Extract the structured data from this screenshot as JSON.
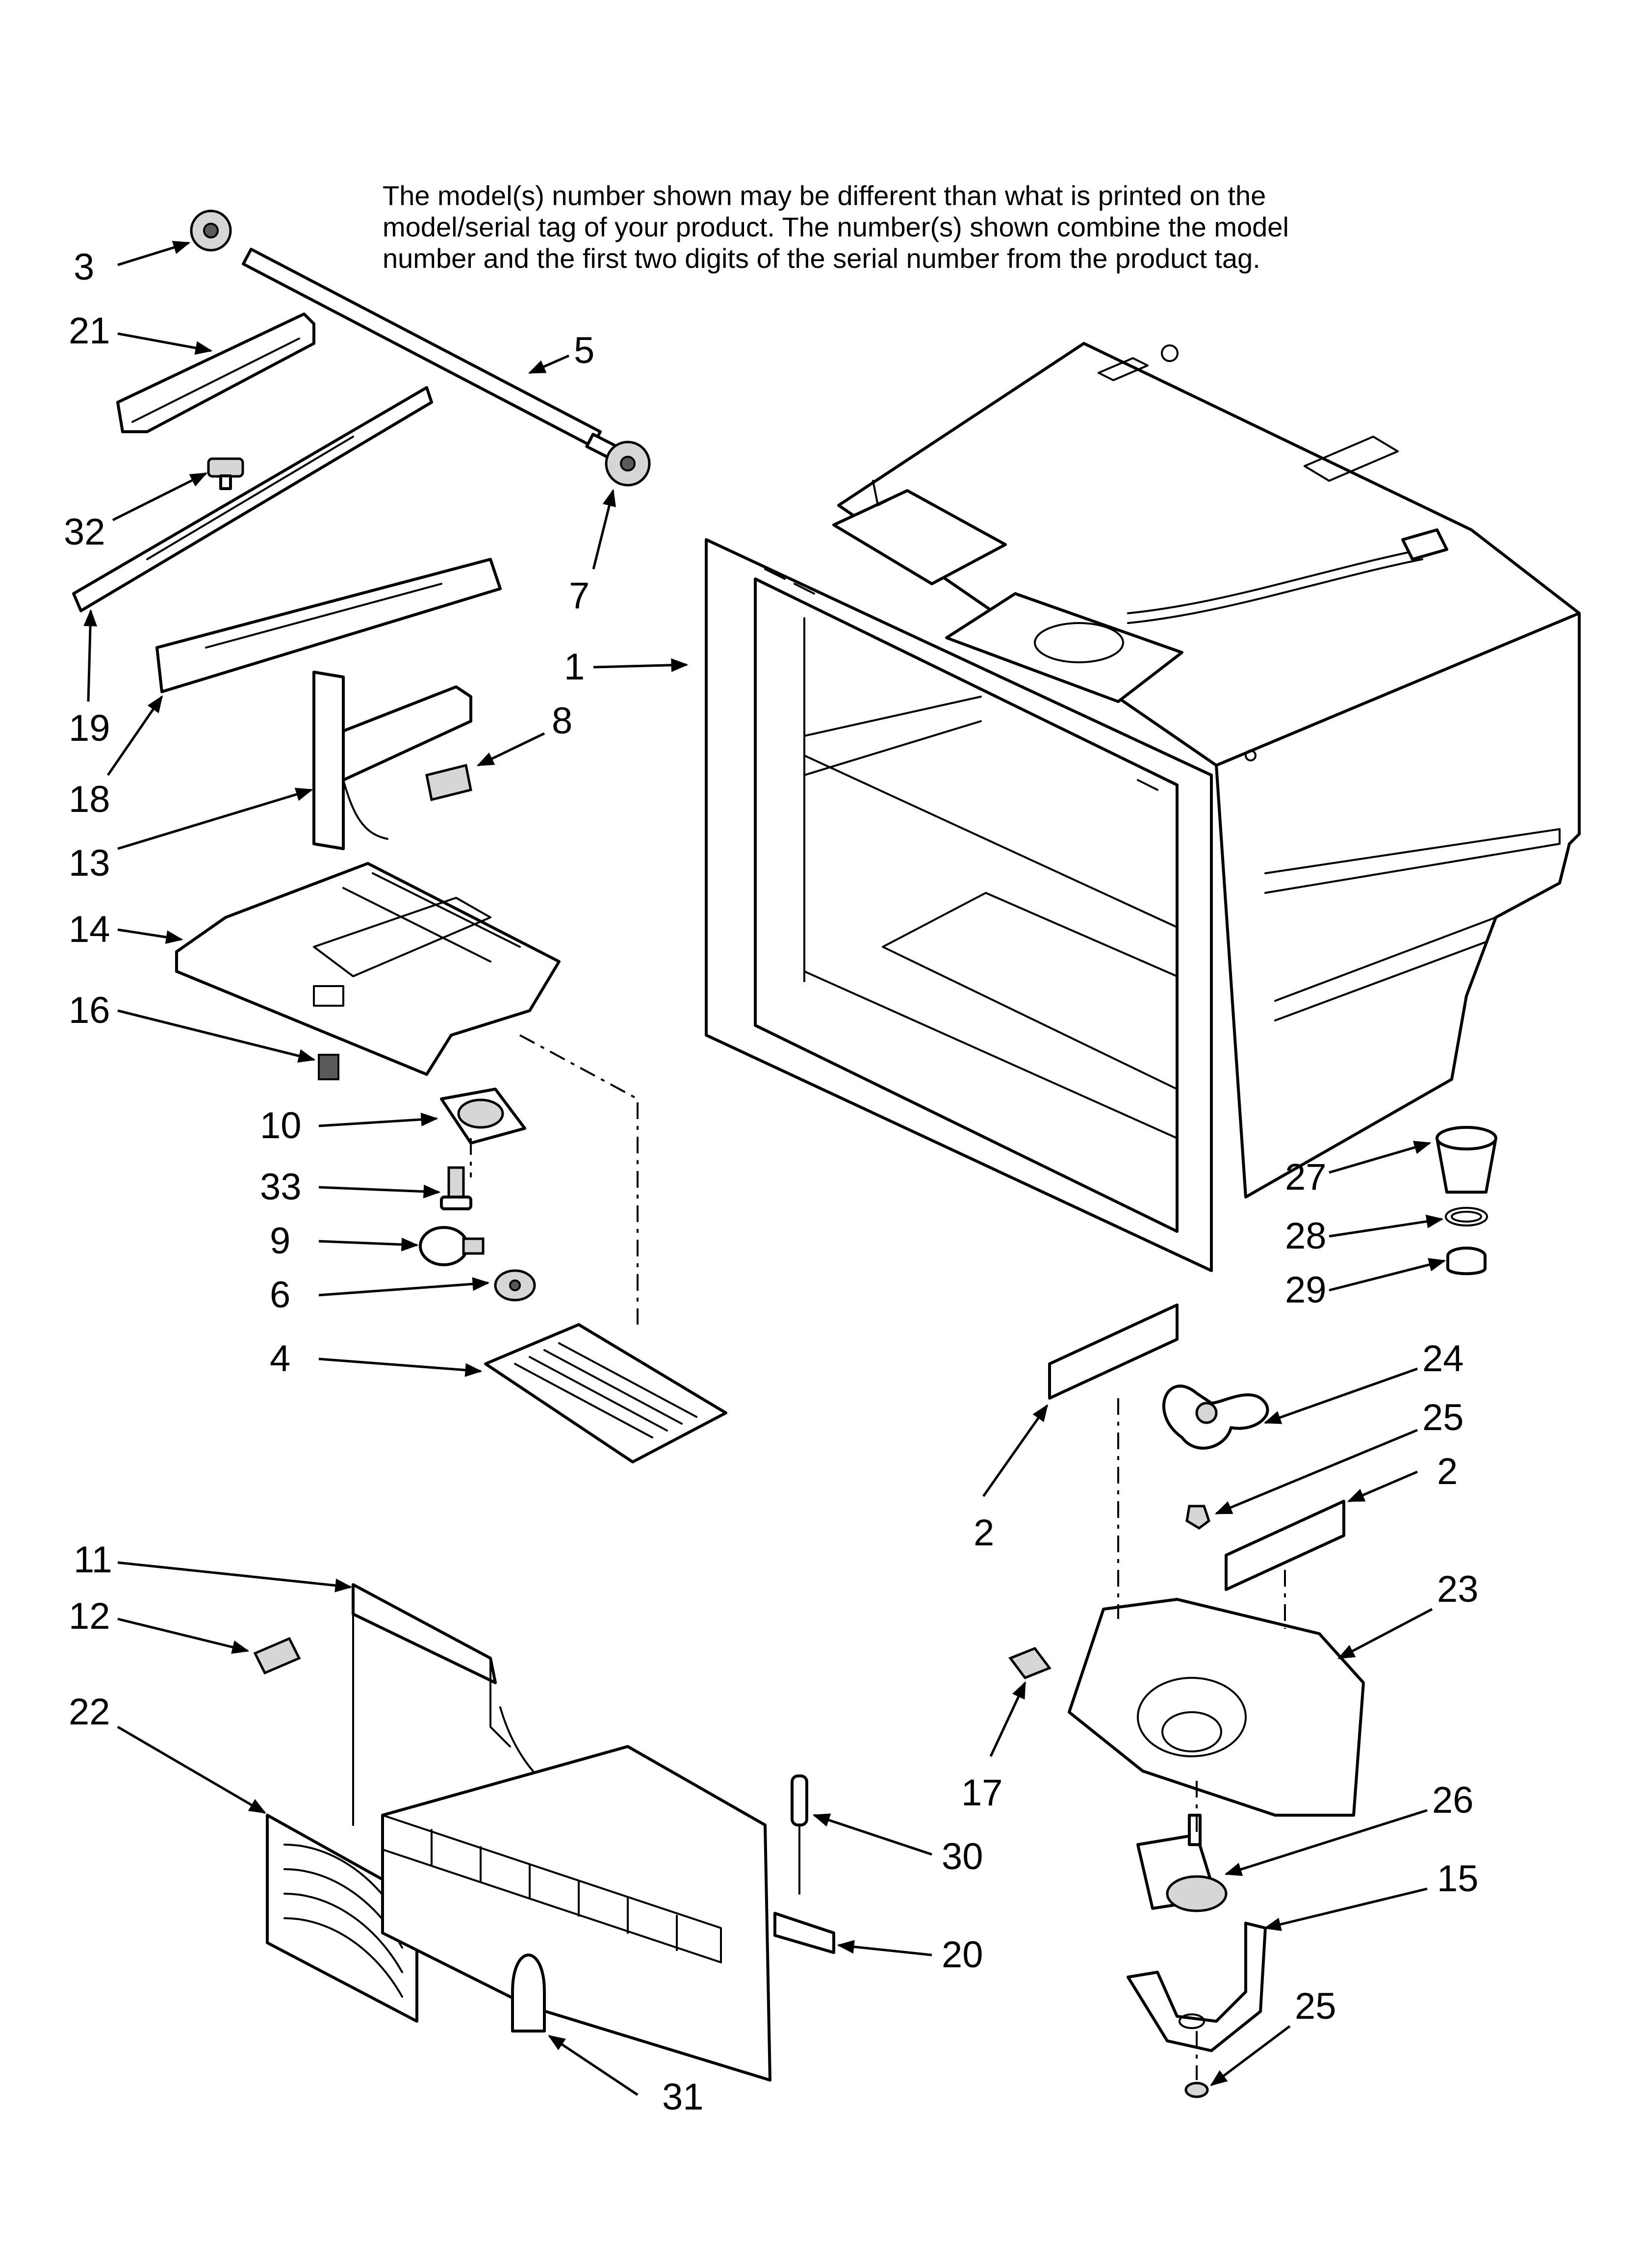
{
  "note": {
    "lines": [
      "The model(s) number shown may be different than what is printed on the",
      "model/serial tag of your product. The number(s) shown combine the model",
      "number and the first two digits of the serial number from the product tag."
    ]
  },
  "callouts": {
    "c1": "1",
    "c2a": "2",
    "c2b": "2",
    "c3": "3",
    "c4": "4",
    "c5": "5",
    "c6": "6",
    "c7": "7",
    "c8": "8",
    "c9": "9",
    "c10": "10",
    "c11": "11",
    "c12": "12",
    "c13": "13",
    "c14": "14",
    "c15": "15",
    "c16": "16",
    "c17": "17",
    "c18": "18",
    "c19": "19",
    "c20": "20",
    "c21": "21",
    "c22": "22",
    "c23": "23",
    "c24": "24",
    "c25a": "25",
    "c25b": "25",
    "c26": "26",
    "c27": "27",
    "c28": "28",
    "c29": "29",
    "c30": "30",
    "c31": "31",
    "c32": "32",
    "c33": "33"
  }
}
